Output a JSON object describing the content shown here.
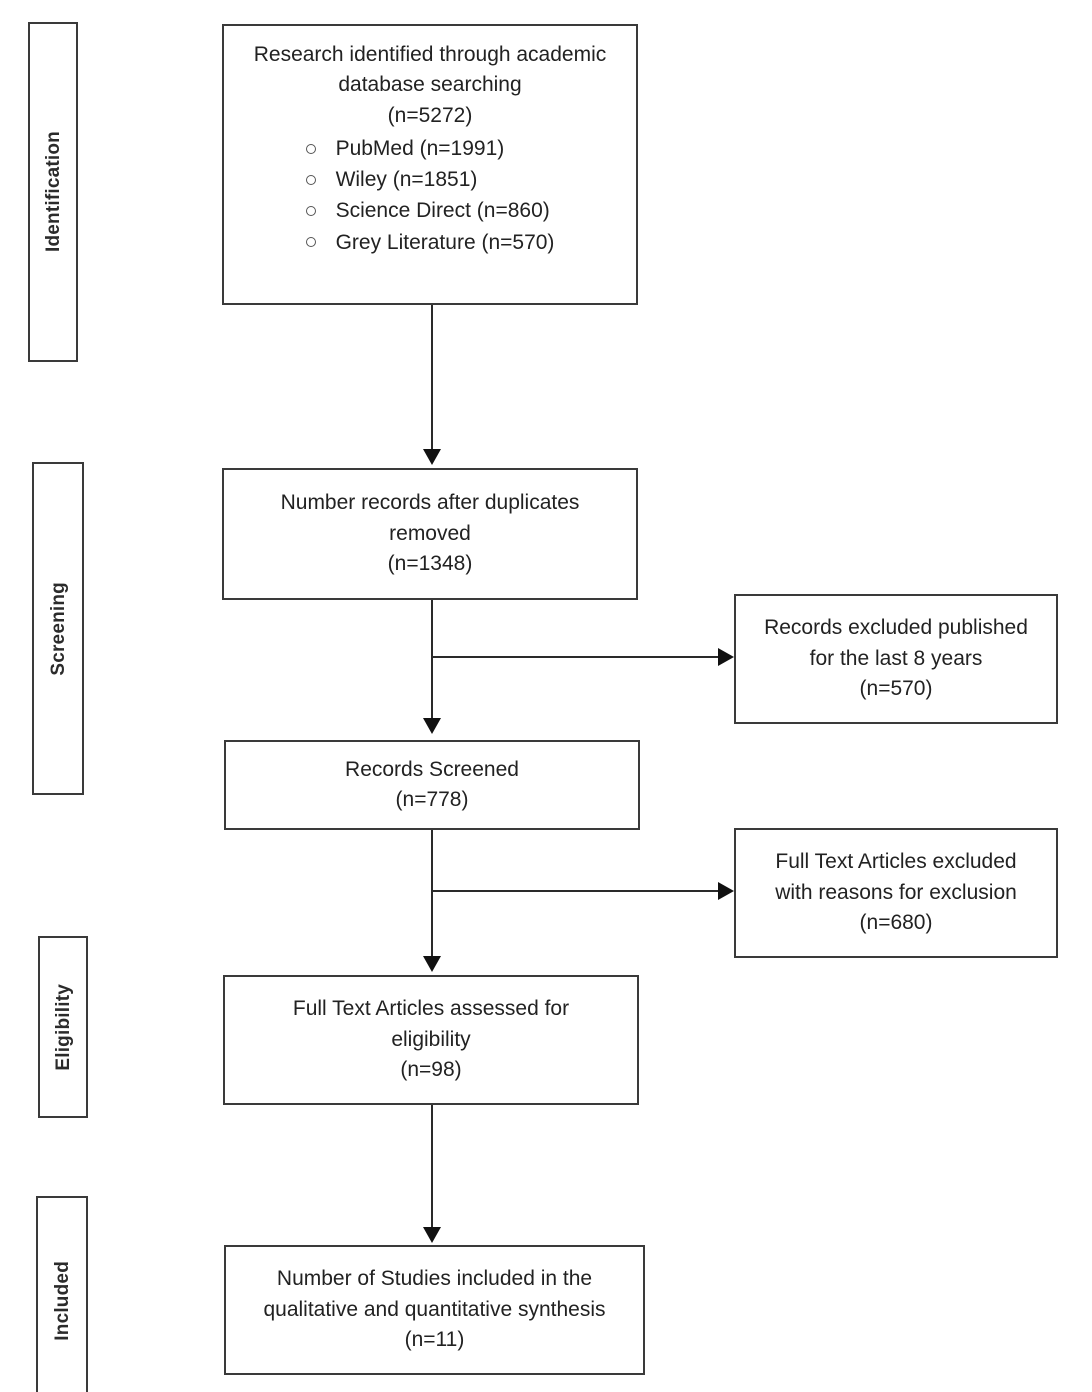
{
  "chart_data": {
    "type": "diagram",
    "title": "PRISMA study selection flow diagram",
    "stages": [
      "Identification",
      "Screening",
      "Eligibility",
      "Included"
    ],
    "nodes": [
      {
        "id": "identified",
        "n": 5272,
        "label": "Research identified through academic database searching (n=5272)"
      },
      {
        "id": "duplicates_removed",
        "n": 1348,
        "label": "Number records after duplicates removed (n=1348)"
      },
      {
        "id": "records_screened",
        "n": 778,
        "label": "Records Screened (n=778)"
      },
      {
        "id": "fulltext_assessed",
        "n": 98,
        "label": "Full Text Articles assessed for eligibility (n=98)"
      },
      {
        "id": "included",
        "n": 11,
        "label": "Number of Studies included in the qualitative and quantitative synthesis (n=11)"
      },
      {
        "id": "excluded_years",
        "n": 570,
        "label": "Records excluded published for the last 8 years (n=570)"
      },
      {
        "id": "excluded_reasons",
        "n": 680,
        "label": "Full Text Articles excluded with reasons for exclusion (n=680)"
      }
    ],
    "sources": [
      {
        "name": "PubMed",
        "n": 1991
      },
      {
        "name": "Wiley",
        "n": 1851
      },
      {
        "name": "Science Direct",
        "n": 860
      },
      {
        "name": "Grey Literature",
        "n": 570
      }
    ]
  },
  "stages": {
    "identification": "Identification",
    "screening": "Screening",
    "eligibility": "Eligibility",
    "included": "Included"
  },
  "boxes": {
    "identified": {
      "line1": "Research identified through academic",
      "line2": "database searching",
      "line3": "(n=5272)",
      "sources": [
        "PubMed (n=1991)",
        "Wiley (n=1851)",
        "Science Direct (n=860)",
        "Grey Literature (n=570)"
      ]
    },
    "duplicates_removed": {
      "line1": "Number records after duplicates",
      "line2": "removed",
      "line3": "(n=1348)"
    },
    "records_screened": {
      "line1": "Records Screened",
      "line2": "(n=778)"
    },
    "fulltext_assessed": {
      "line1": "Full Text Articles assessed for",
      "line2": "eligibility",
      "line3": "(n=98)"
    },
    "included_studies": {
      "line1": "Number of Studies included in the",
      "line2": "qualitative and quantitative synthesis",
      "line3": "(n=11)"
    },
    "excluded_years": {
      "line1": "Records excluded published",
      "line2": "for the last 8 years",
      "line3": "(n=570)"
    },
    "excluded_reasons": {
      "line1": "Full Text Articles excluded",
      "line2": "with reasons for exclusion",
      "line3": "(n=680)"
    }
  },
  "colors": {
    "border": "#3a3a3a",
    "connector": "#2a2a2a",
    "background": "#ffffff",
    "text": "#222222"
  }
}
